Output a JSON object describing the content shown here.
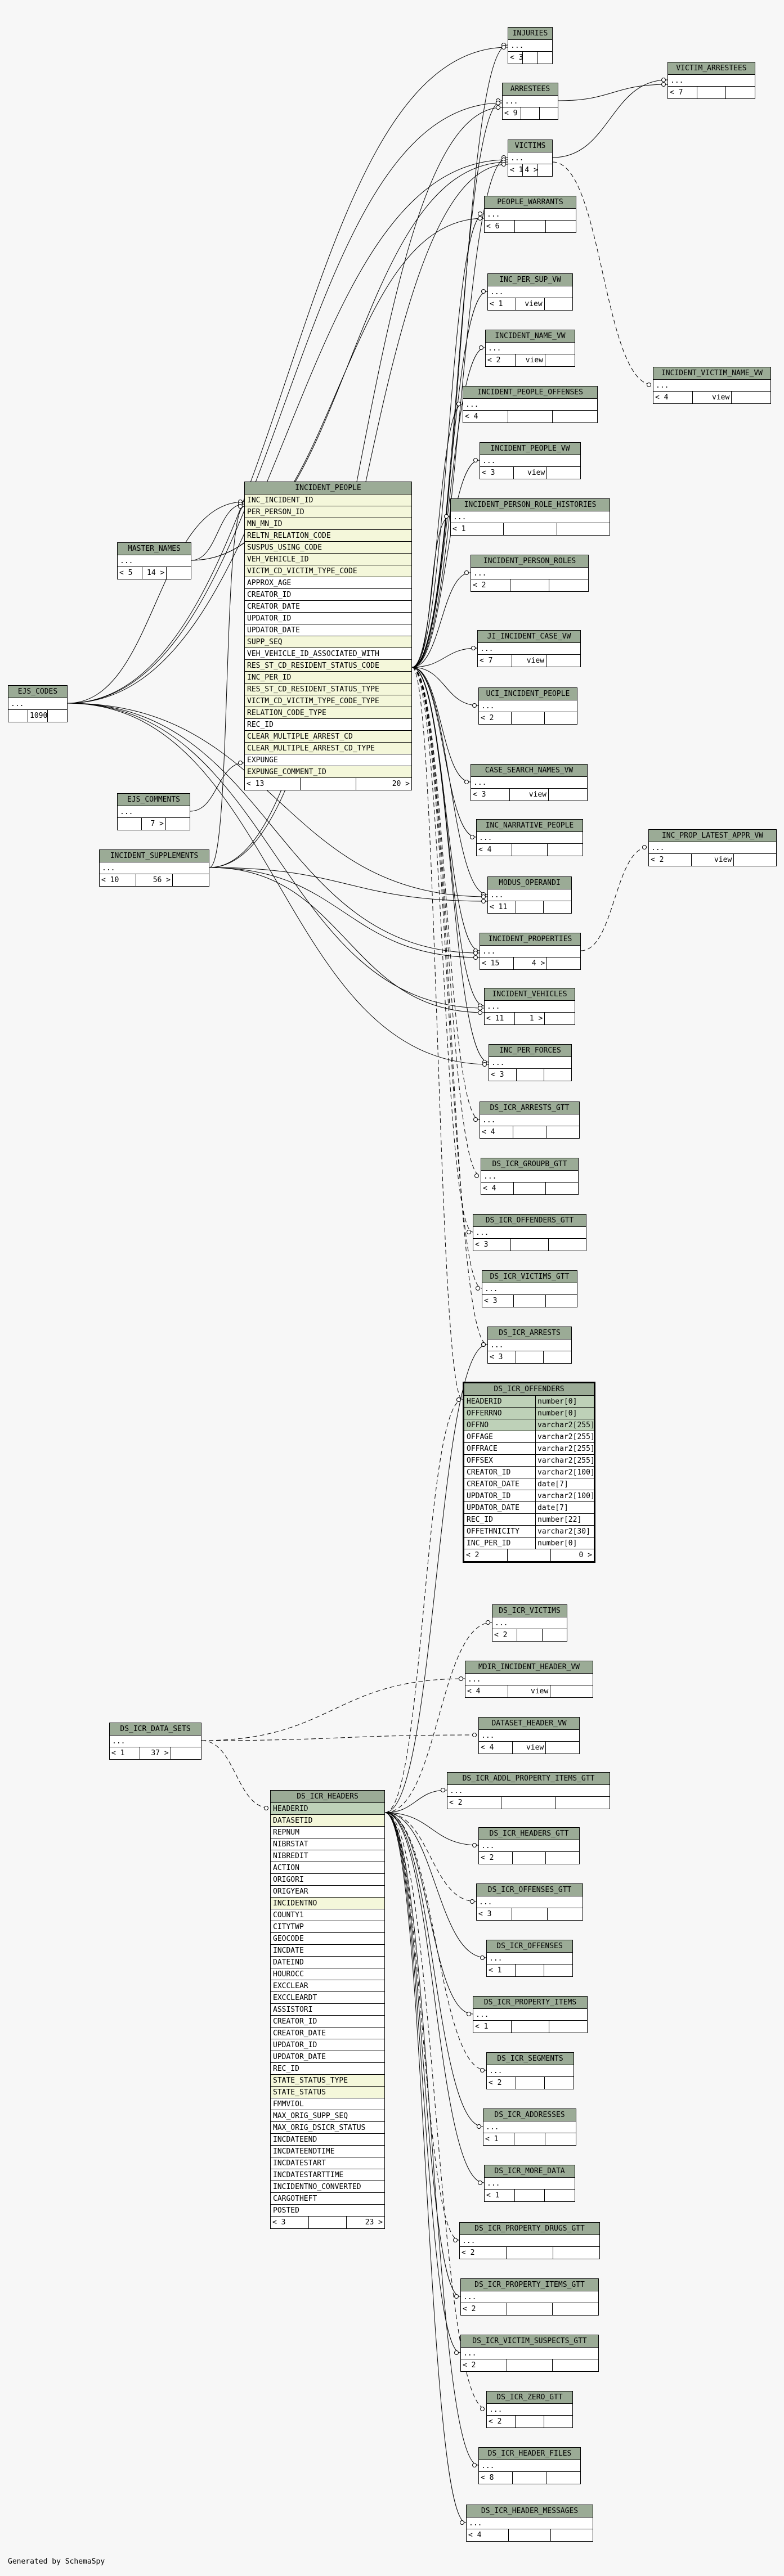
{
  "footer": "Generated by SchemaSpy",
  "incident_people": {
    "title": "INCIDENT_PEOPLE",
    "columns": [
      {
        "name": "INC_INCIDENT_ID",
        "key": true
      },
      {
        "name": "PER_PERSON_ID",
        "key": true
      },
      {
        "name": "MN_MN_ID",
        "key": true
      },
      {
        "name": "RELTN_RELATION_CODE",
        "key": true
      },
      {
        "name": "SUSPUS_USING_CODE",
        "key": true
      },
      {
        "name": "VEH_VEHICLE_ID",
        "key": true
      },
      {
        "name": "VICTM_CD_VICTIM_TYPE_CODE",
        "key": true
      },
      {
        "name": "APPROX_AGE",
        "key": false
      },
      {
        "name": "CREATOR_ID",
        "key": false
      },
      {
        "name": "CREATOR_DATE",
        "key": false
      },
      {
        "name": "UPDATOR_ID",
        "key": false
      },
      {
        "name": "UPDATOR_DATE",
        "key": false
      },
      {
        "name": "SUPP_SEQ",
        "key": true
      },
      {
        "name": "VEH_VEHICLE_ID_ASSOCIATED_WITH",
        "key": false
      },
      {
        "name": "RES_ST_CD_RESIDENT_STATUS_CODE",
        "key": true
      },
      {
        "name": "INC_PER_ID",
        "key": true
      },
      {
        "name": "RES_ST_CD_RESIDENT_STATUS_TYPE",
        "key": true
      },
      {
        "name": "VICTM_CD_VICTIM_TYPE_CODE_TYPE",
        "key": true
      },
      {
        "name": "RELATION_CODE_TYPE",
        "key": true
      },
      {
        "name": "REC_ID",
        "key": false
      },
      {
        "name": "CLEAR_MULTIPLE_ARREST_CD",
        "key": true
      },
      {
        "name": "CLEAR_MULTIPLE_ARREST_CD_TYPE",
        "key": true
      },
      {
        "name": "EXPUNGE",
        "key": false
      },
      {
        "name": "EXPUNGE_COMMENT_ID",
        "key": true
      }
    ],
    "footer": [
      "< 13",
      "",
      "20 >"
    ]
  },
  "ds_icr_offenders": {
    "title": "DS_ICR_OFFENDERS",
    "columns": [
      {
        "name": "HEADERID",
        "type": "number[0]",
        "style": "pk"
      },
      {
        "name": "OFFERRNO",
        "type": "number[0]",
        "style": "pk"
      },
      {
        "name": "OFFNO",
        "type": "varchar2[255]",
        "style": "pk"
      },
      {
        "name": "OFFAGE",
        "type": "varchar2[255]",
        "style": ""
      },
      {
        "name": "OFFRACE",
        "type": "varchar2[255]",
        "style": ""
      },
      {
        "name": "OFFSEX",
        "type": "varchar2[255]",
        "style": ""
      },
      {
        "name": "CREATOR_ID",
        "type": "varchar2[100]",
        "style": ""
      },
      {
        "name": "CREATOR_DATE",
        "type": "date[7]",
        "style": ""
      },
      {
        "name": "UPDATOR_ID",
        "type": "varchar2[100]",
        "style": ""
      },
      {
        "name": "UPDATOR_DATE",
        "type": "date[7]",
        "style": ""
      },
      {
        "name": "REC_ID",
        "type": "number[22]",
        "style": ""
      },
      {
        "name": "OFFETHNICITY",
        "type": "varchar2[30]",
        "style": ""
      },
      {
        "name": "INC_PER_ID",
        "type": "number[0]",
        "style": ""
      }
    ],
    "footer": [
      "< 2",
      "",
      "0 >"
    ]
  },
  "ds_icr_headers": {
    "title": "DS_ICR_HEADERS",
    "columns": [
      {
        "name": "HEADERID",
        "style": "pk"
      },
      {
        "name": "DATASETID",
        "style": "key"
      },
      {
        "name": "REPNUM",
        "style": ""
      },
      {
        "name": "NIBRSTAT",
        "style": ""
      },
      {
        "name": "NIBREDIT",
        "style": ""
      },
      {
        "name": "ACTION",
        "style": ""
      },
      {
        "name": "ORIGORI",
        "style": ""
      },
      {
        "name": "ORIGYEAR",
        "style": ""
      },
      {
        "name": "INCIDENTNO",
        "style": "key"
      },
      {
        "name": "COUNTY1",
        "style": ""
      },
      {
        "name": "CITYTWP",
        "style": ""
      },
      {
        "name": "GEOCODE",
        "style": ""
      },
      {
        "name": "INCDATE",
        "style": ""
      },
      {
        "name": "DATEIND",
        "style": ""
      },
      {
        "name": "HOUROCC",
        "style": ""
      },
      {
        "name": "EXCCLEAR",
        "style": ""
      },
      {
        "name": "EXCCLEARDT",
        "style": ""
      },
      {
        "name": "ASSISTORI",
        "style": ""
      },
      {
        "name": "CREATOR_ID",
        "style": ""
      },
      {
        "name": "CREATOR_DATE",
        "style": ""
      },
      {
        "name": "UPDATOR_ID",
        "style": ""
      },
      {
        "name": "UPDATOR_DATE",
        "style": ""
      },
      {
        "name": "REC_ID",
        "style": ""
      },
      {
        "name": "STATE_STATUS_TYPE",
        "style": "key"
      },
      {
        "name": "STATE_STATUS",
        "style": "key"
      },
      {
        "name": "FMMVIOL",
        "style": ""
      },
      {
        "name": "MAX_ORIG_SUPP_SEQ",
        "style": ""
      },
      {
        "name": "MAX_ORIG_DSICR_STATUS",
        "style": ""
      },
      {
        "name": "INCDATEEND",
        "style": ""
      },
      {
        "name": "INCDATEENDTIME",
        "style": ""
      },
      {
        "name": "INCDATESTART",
        "style": ""
      },
      {
        "name": "INCDATESTARTTIME",
        "style": ""
      },
      {
        "name": "INCIDENTNO_CONVERTED",
        "style": ""
      },
      {
        "name": "CARGOTHEFT",
        "style": ""
      },
      {
        "name": "POSTED",
        "style": ""
      }
    ],
    "footer": [
      "< 3",
      "",
      "23 >"
    ]
  },
  "small_tables": [
    {
      "id": "injuries",
      "title": "INJURIES",
      "footer": [
        "< 3",
        "",
        ""
      ]
    },
    {
      "id": "victim_arrestees",
      "title": "VICTIM_ARRESTEES",
      "footer": [
        "< 7",
        "",
        ""
      ]
    },
    {
      "id": "arrestees",
      "title": "ARRESTEES",
      "footer": [
        "< 9",
        "",
        ""
      ]
    },
    {
      "id": "victims",
      "title": "VICTIMS",
      "footer": [
        "< 11",
        "4 >",
        ""
      ]
    },
    {
      "id": "people_warrants",
      "title": "PEOPLE_WARRANTS",
      "footer": [
        "< 6",
        "",
        ""
      ]
    },
    {
      "id": "inc_per_sup_vw",
      "title": "INC_PER_SUP_VW",
      "footer": [
        "< 1",
        "view",
        ""
      ]
    },
    {
      "id": "incident_name_vw",
      "title": "INCIDENT_NAME_VW",
      "footer": [
        "< 2",
        "view",
        ""
      ]
    },
    {
      "id": "incident_victim_name_vw",
      "title": "INCIDENT_VICTIM_NAME_VW",
      "footer": [
        "< 4",
        "view",
        ""
      ]
    },
    {
      "id": "incident_people_offenses",
      "title": "INCIDENT_PEOPLE_OFFENSES",
      "footer": [
        "< 4",
        "",
        ""
      ]
    },
    {
      "id": "incident_people_vw",
      "title": "INCIDENT_PEOPLE_VW",
      "footer": [
        "< 3",
        "view",
        ""
      ]
    },
    {
      "id": "incident_person_role_histories",
      "title": "INCIDENT_PERSON_ROLE_HISTORIES",
      "footer": [
        "< 1",
        "",
        ""
      ]
    },
    {
      "id": "incident_person_roles",
      "title": "INCIDENT_PERSON_ROLES",
      "footer": [
        "< 2",
        "",
        ""
      ]
    },
    {
      "id": "master_names",
      "title": "MASTER_NAMES",
      "footer": [
        "< 5",
        "14 >",
        ""
      ]
    },
    {
      "id": "ji_incident_case_vw",
      "title": "JI_INCIDENT_CASE_VW",
      "footer": [
        "< 7",
        "view",
        ""
      ]
    },
    {
      "id": "ejs_codes",
      "title": "EJS_CODES",
      "footer": [
        "",
        "1090 >",
        ""
      ]
    },
    {
      "id": "ucr_incident_people",
      "title": "UCI_INCIDENT_PEOPLE",
      "footer": [
        "< 2",
        "",
        ""
      ]
    },
    {
      "id": "case_search_names_vw",
      "title": "CASE_SEARCH_NAMES_VW",
      "footer": [
        "< 3",
        "view",
        ""
      ]
    },
    {
      "id": "ejs_comments",
      "title": "EJS_COMMENTS",
      "footer": [
        "",
        "7 >",
        ""
      ]
    },
    {
      "id": "inc_narrative_people",
      "title": "INC_NARRATIVE_PEOPLE",
      "footer": [
        "< 4",
        "",
        ""
      ]
    },
    {
      "id": "inc_prop_latest_appr_vw",
      "title": "INC_PROP_LATEST_APPR_VW",
      "footer": [
        "< 2",
        "view",
        ""
      ]
    },
    {
      "id": "incident_supplements",
      "title": "INCIDENT_SUPPLEMENTS",
      "footer": [
        "< 10",
        "56 >",
        ""
      ]
    },
    {
      "id": "modus_operandi",
      "title": "MODUS_OPERANDI",
      "footer": [
        "< 11",
        "",
        ""
      ]
    },
    {
      "id": "incident_properties",
      "title": "INCIDENT_PROPERTIES",
      "footer": [
        "< 15",
        "4 >",
        ""
      ]
    },
    {
      "id": "incident_vehicles",
      "title": "INCIDENT_VEHICLES",
      "footer": [
        "< 11",
        "1 >",
        ""
      ]
    },
    {
      "id": "inc_per_forces",
      "title": "INC_PER_FORCES",
      "footer": [
        "< 3",
        "",
        ""
      ]
    },
    {
      "id": "ds_icr_arrests_gtt",
      "title": "DS_ICR_ARRESTS_GTT",
      "footer": [
        "< 4",
        "",
        ""
      ]
    },
    {
      "id": "ds_icr_groupb_gtt",
      "title": "DS_ICR_GROUPB_GTT",
      "footer": [
        "< 4",
        "",
        ""
      ]
    },
    {
      "id": "ds_icr_offenders_gtt",
      "title": "DS_ICR_OFFENDERS_GTT",
      "footer": [
        "< 3",
        "",
        ""
      ]
    },
    {
      "id": "ds_icr_victims_gtt",
      "title": "DS_ICR_VICTIMS_GTT",
      "footer": [
        "< 3",
        "",
        ""
      ]
    },
    {
      "id": "ds_icr_arrests",
      "title": "DS_ICR_ARRESTS",
      "footer": [
        "< 3",
        "",
        ""
      ]
    },
    {
      "id": "ds_icr_victims",
      "title": "DS_ICR_VICTIMS",
      "footer": [
        "< 2",
        "",
        ""
      ]
    },
    {
      "id": "mdir_incident_header_vw",
      "title": "MDIR_INCIDENT_HEADER_VW",
      "footer": [
        "< 4",
        "view",
        ""
      ]
    },
    {
      "id": "ds_icr_data_sets",
      "title": "DS_ICR_DATA_SETS",
      "footer": [
        "< 1",
        "37 >",
        ""
      ]
    },
    {
      "id": "dataset_header_vw",
      "title": "DATASET_HEADER_VW",
      "footer": [
        "< 4",
        "view",
        ""
      ]
    },
    {
      "id": "ds_icr_addl_property_items_gtt",
      "title": "DS_ICR_ADDL_PROPERTY_ITEMS_GTT",
      "footer": [
        "< 2",
        "",
        ""
      ]
    },
    {
      "id": "ds_icr_headers_gtt",
      "title": "DS_ICR_HEADERS_GTT",
      "footer": [
        "< 2",
        "",
        ""
      ]
    },
    {
      "id": "ds_icr_offenses_gtt",
      "title": "DS_ICR_OFFENSES_GTT",
      "footer": [
        "< 3",
        "",
        ""
      ]
    },
    {
      "id": "ds_icr_offenses",
      "title": "DS_ICR_OFFENSES",
      "footer": [
        "< 1",
        "",
        ""
      ]
    },
    {
      "id": "ds_icr_property_items",
      "title": "DS_ICR_PROPERTY_ITEMS",
      "footer": [
        "< 1",
        "",
        ""
      ]
    },
    {
      "id": "ds_icr_segments",
      "title": "DS_ICR_SEGMENTS",
      "footer": [
        "< 2",
        "",
        ""
      ]
    },
    {
      "id": "ds_icr_addresses",
      "title": "DS_ICR_ADDRESSES",
      "footer": [
        "< 1",
        "",
        ""
      ]
    },
    {
      "id": "ds_icr_more_data",
      "title": "DS_ICR_MORE_DATA",
      "footer": [
        "< 1",
        "",
        ""
      ]
    },
    {
      "id": "ds_icr_property_drugs_gtt",
      "title": "DS_ICR_PROPERTY_DRUGS_GTT",
      "footer": [
        "< 2",
        "",
        ""
      ]
    },
    {
      "id": "ds_icr_property_items_gtt",
      "title": "DS_ICR_PROPERTY_ITEMS_GTT",
      "footer": [
        "< 2",
        "",
        ""
      ]
    },
    {
      "id": "ds_icr_victim_suspects_gtt",
      "title": "DS_ICR_VICTIM_SUSPECTS_GTT",
      "footer": [
        "< 2",
        "",
        ""
      ]
    },
    {
      "id": "ds_icr_zero_gtt",
      "title": "DS_ICR_ZERO_GTT",
      "footer": [
        "< 2",
        "",
        ""
      ]
    },
    {
      "id": "ds_icr_header_files",
      "title": "DS_ICR_HEADER_FILES",
      "footer": [
        "< 8",
        "",
        ""
      ]
    },
    {
      "id": "ds_icr_header_messages",
      "title": "DS_ICR_HEADER_MESSAGES",
      "footer": [
        "< 4",
        "",
        ""
      ]
    }
  ],
  "dots_label": "..."
}
